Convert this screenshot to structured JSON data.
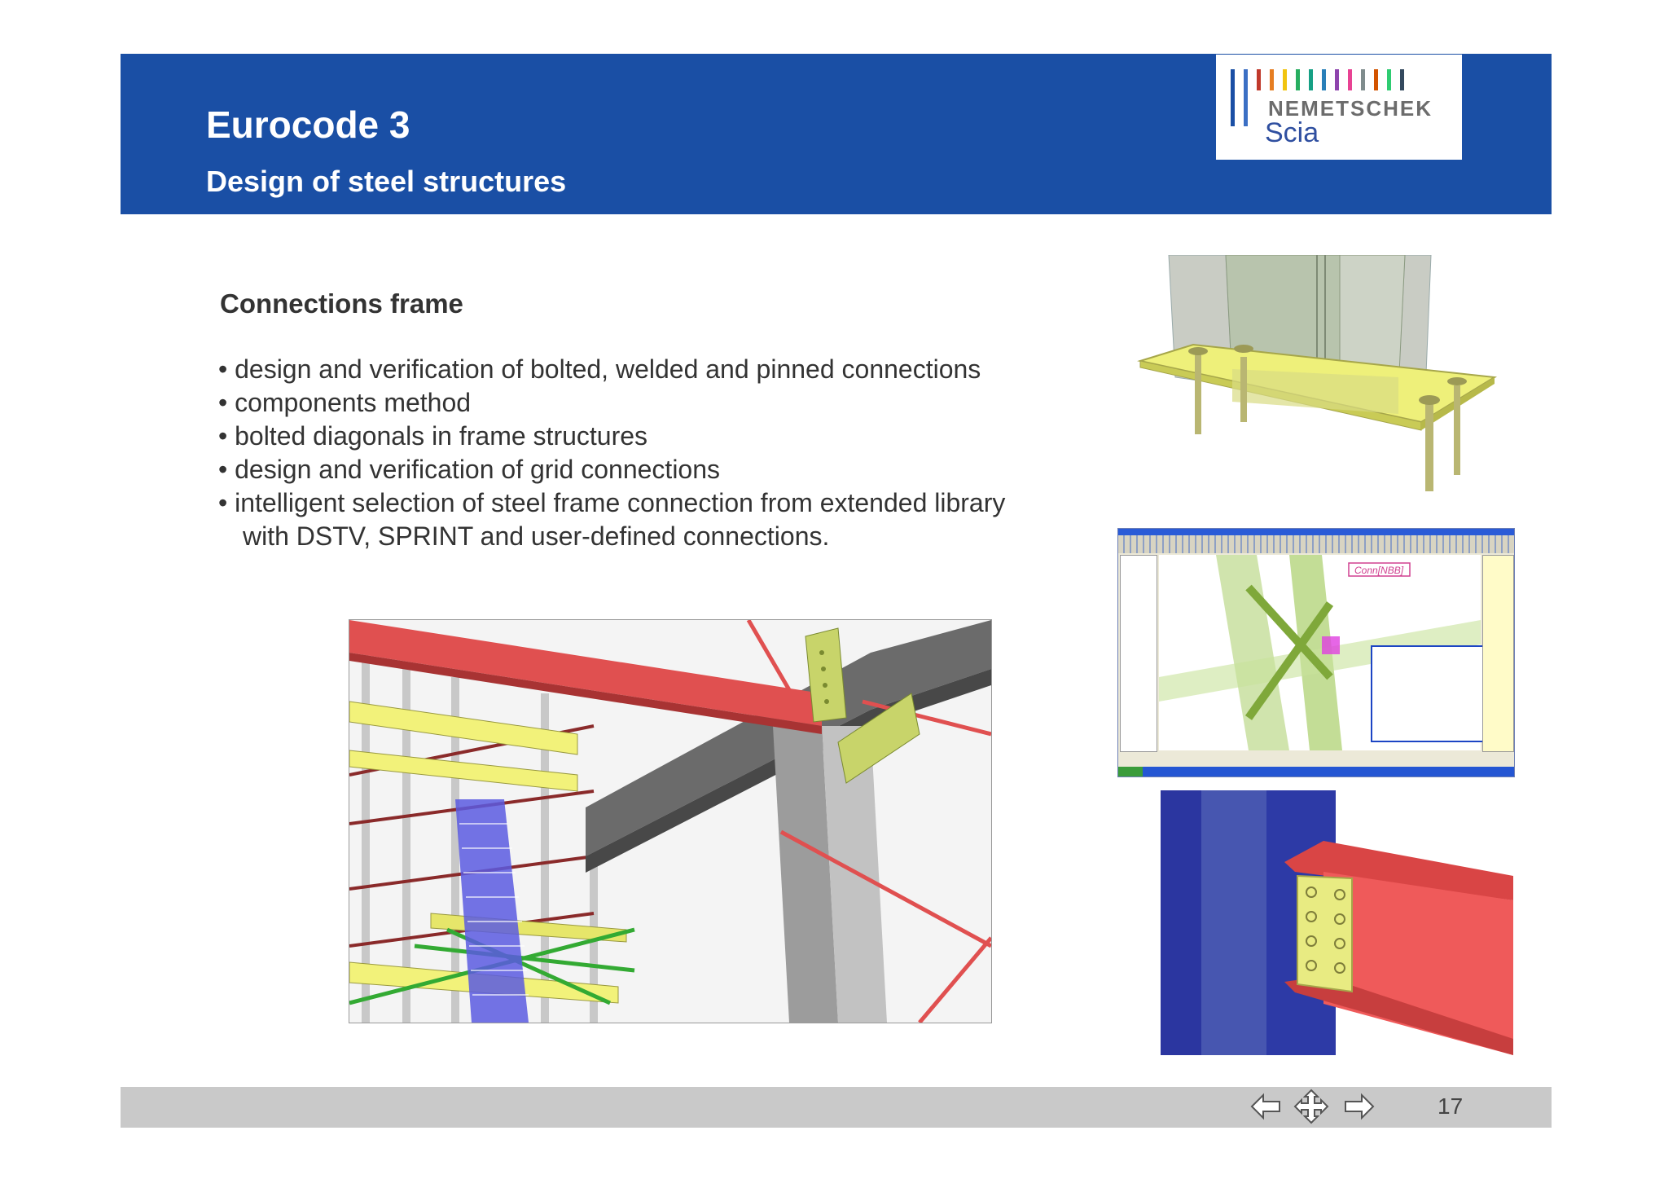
{
  "header": {
    "title": "Eurocode 3",
    "subtitle": "Design of steel structures",
    "logo": {
      "word1": "NEMETSCHEK",
      "word2": "Scia",
      "stripe_colors": [
        "#1a4fa5",
        "#3b6fc4",
        "#c0392b",
        "#e67e22",
        "#f1c40f",
        "#27ae60",
        "#16a085",
        "#2980b9",
        "#8e44ad",
        "#e84393",
        "#7f8c8d",
        "#d35400",
        "#2ecc71",
        "#34495e"
      ]
    }
  },
  "content": {
    "section_title": "Connections frame",
    "bullets": [
      "• design and verification of bolted, welded and pinned connections",
      "• components method",
      "• bolted diagonals in frame structures",
      "• design and verification of grid connections",
      "• intelligent selection of steel frame connection from extended library",
      "with DSTV, SPRINT and user-defined connections."
    ]
  },
  "images": {
    "screenshot_label": "Conn[NBB]"
  },
  "footer": {
    "page_number": "17",
    "nav": [
      "arrow-left-icon",
      "move-icon",
      "arrow-right-icon"
    ]
  },
  "colors": {
    "header_blue": "#1a4fa5",
    "footer_gray": "#c9c9c9",
    "beam_red": "#e05050",
    "beam_yellow": "#f2f27a",
    "column_blue": "#2b36a0"
  }
}
